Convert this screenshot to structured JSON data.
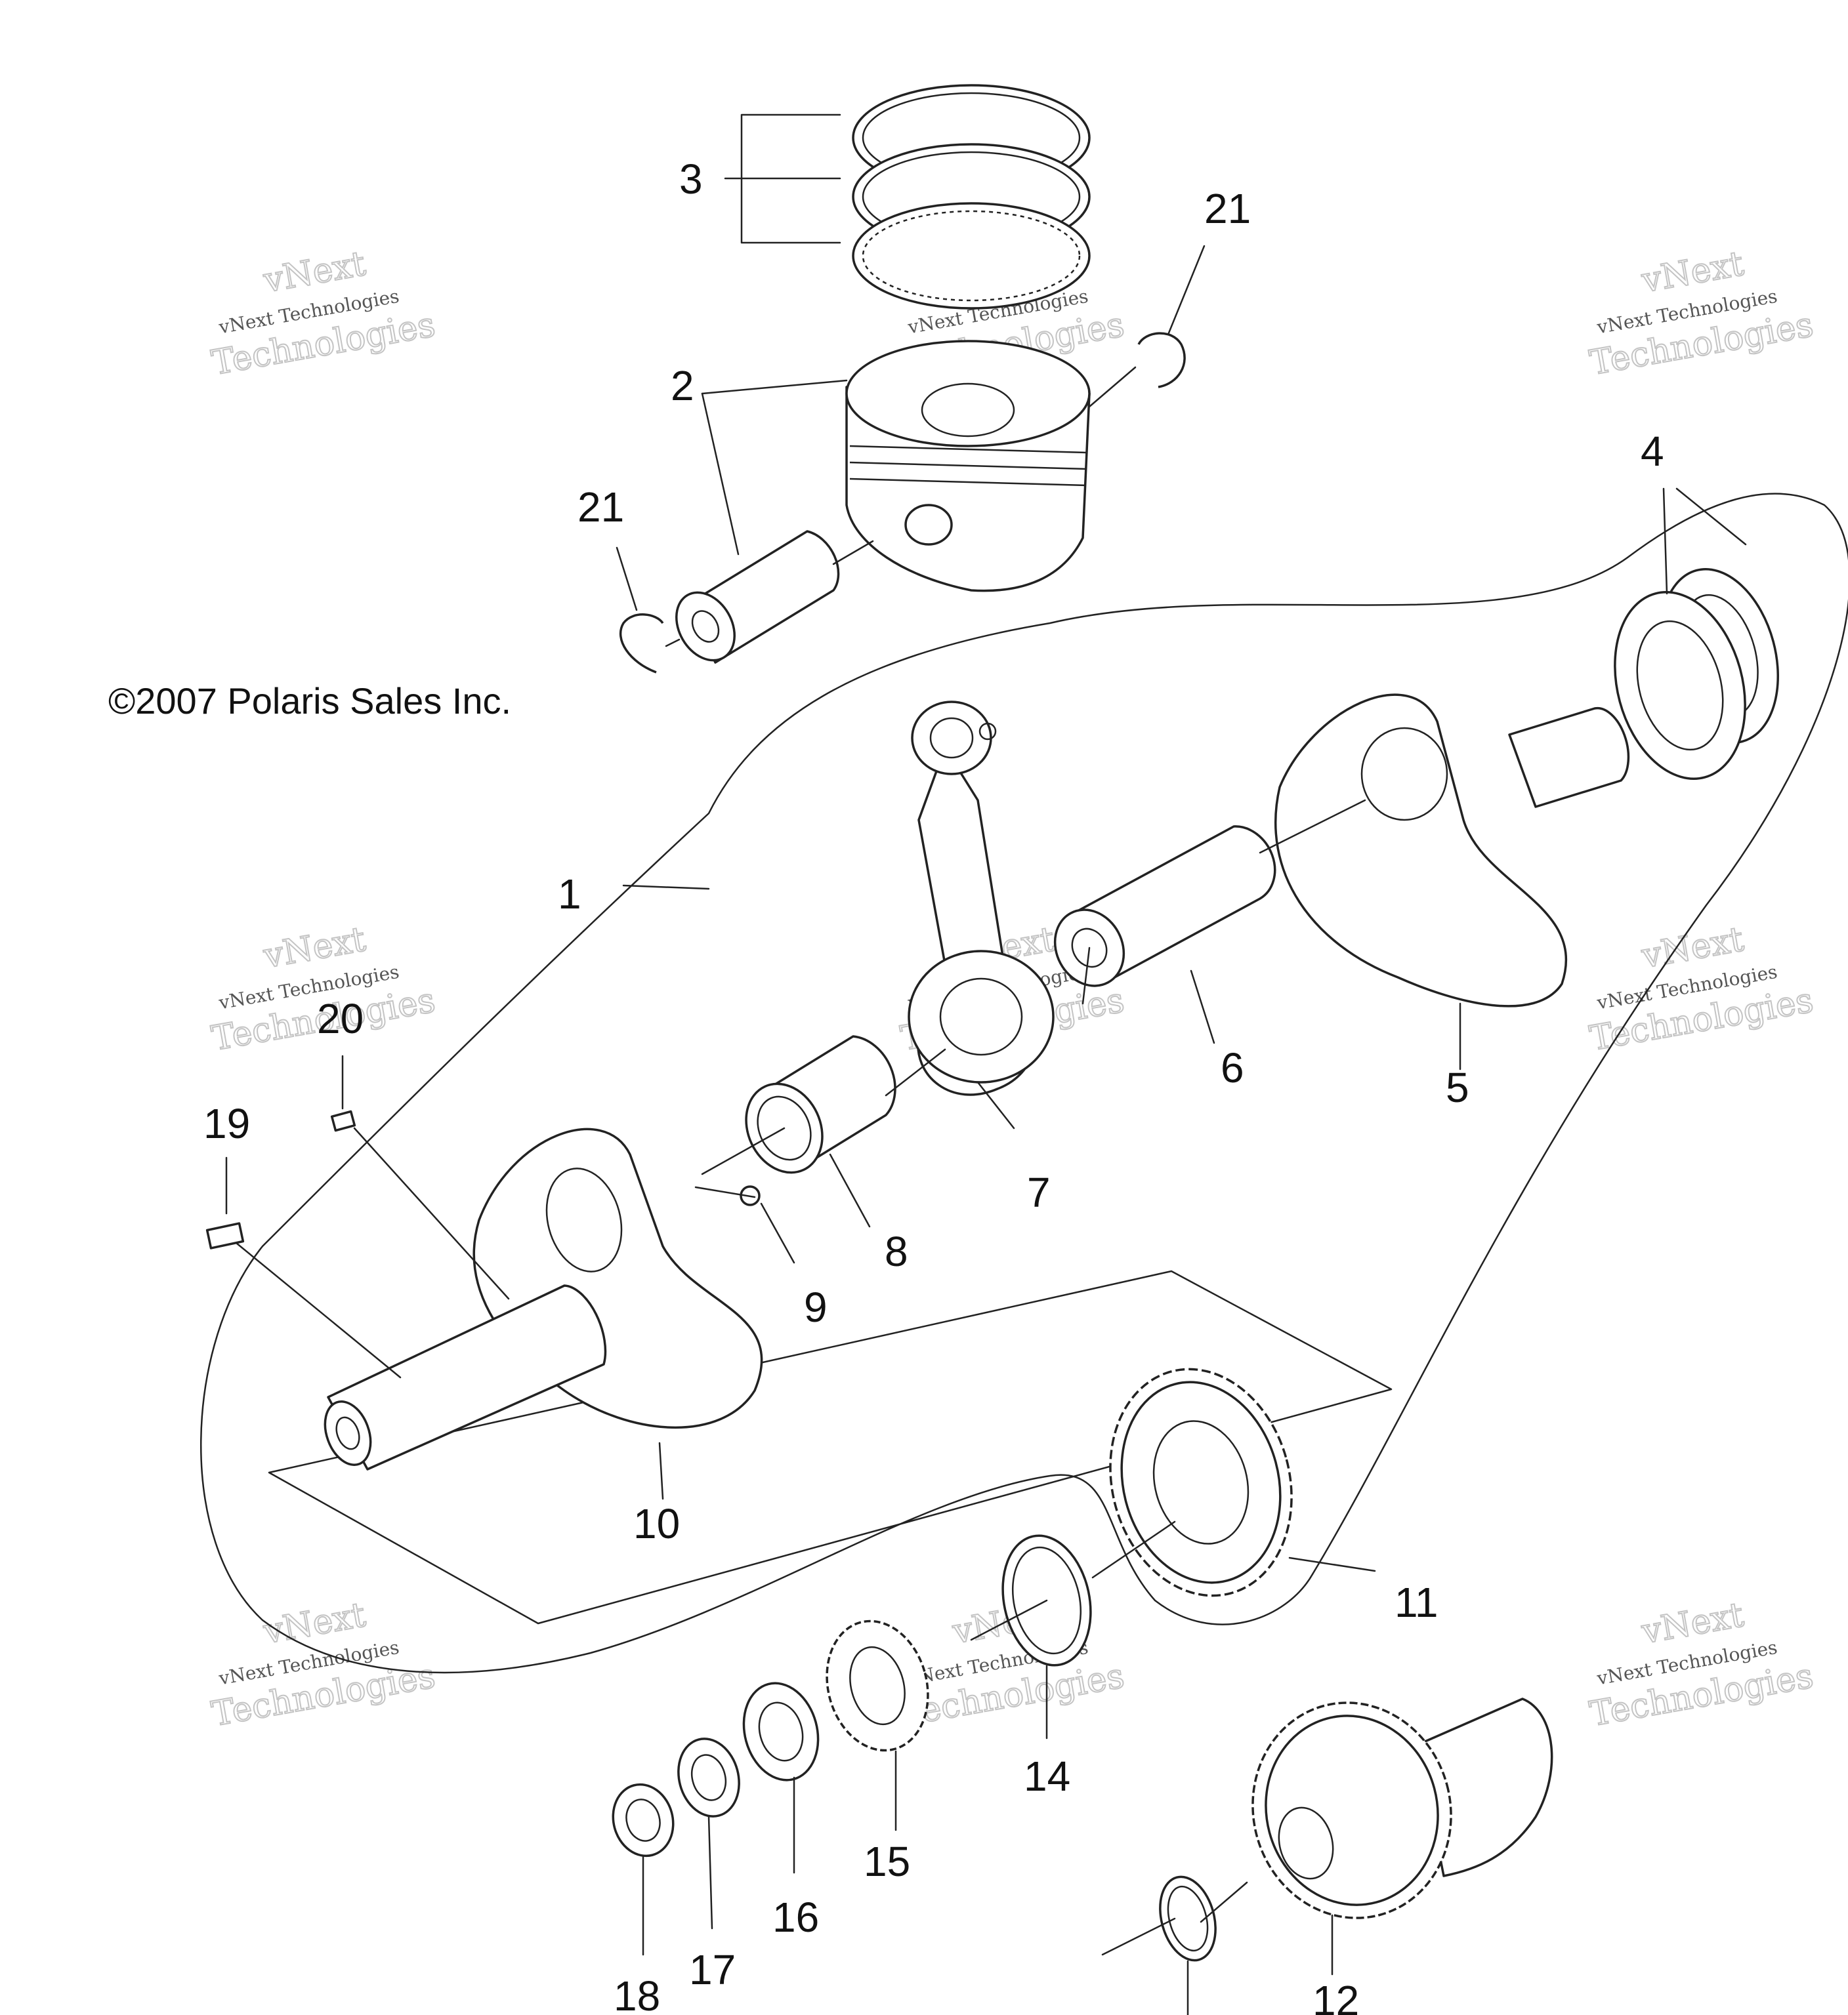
{
  "copyright": "©2007 Polaris Sales Inc.",
  "watermark": {
    "line1": "vNext",
    "line2": "vNext Technologies",
    "line3": "Technologies"
  },
  "callouts": {
    "c1": "1",
    "c2": "2",
    "c3": "3",
    "c4": "4",
    "c5": "5",
    "c6": "6",
    "c7": "7",
    "c8": "8",
    "c9": "9",
    "c10": "10",
    "c11": "11",
    "c12": "12",
    "c14": "14",
    "c15": "15",
    "c16": "16",
    "c17": "17",
    "c18": "18",
    "c19": "19",
    "c20": "20",
    "c21a": "21",
    "c21b": "21"
  }
}
